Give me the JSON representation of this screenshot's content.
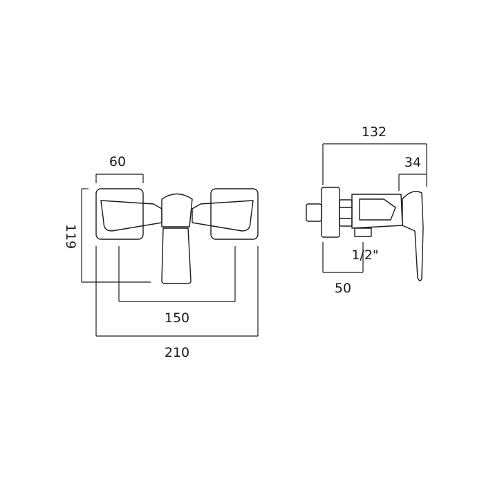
{
  "front_view": {
    "dim_width_overall": "210",
    "dim_centres": "150",
    "dim_plate": "60",
    "dim_height": "119"
  },
  "side_view": {
    "dim_depth_overall": "132",
    "dim_handle": "34",
    "dim_outlet": "50",
    "dim_thread": "1/2\""
  },
  "colors": {
    "line": "#1a1a1a",
    "background": "#ffffff"
  }
}
